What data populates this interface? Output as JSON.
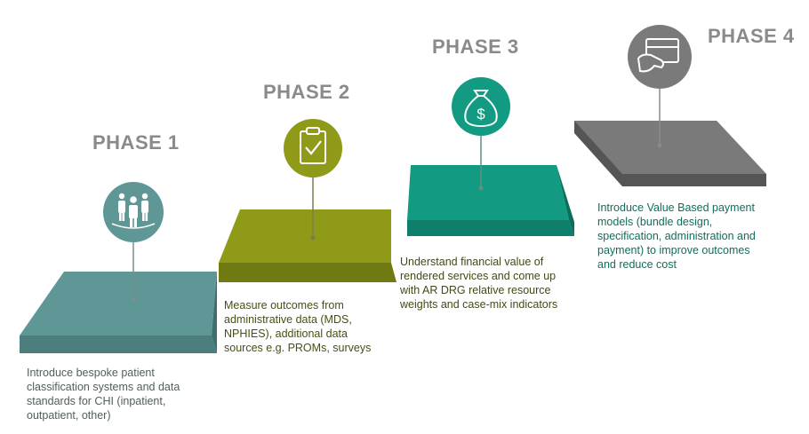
{
  "colors": {
    "phase1": "#5f9696",
    "phase2": "#8f9a18",
    "phase3": "#139a82",
    "phase4": "#7a7a7a",
    "title": "#8a8a8a"
  },
  "phases": [
    {
      "title": "PHASE 1",
      "icon": "people-icon",
      "color": "#5f9696",
      "description": "Introduce bespoke patient\nclassification systems and data\nstandards for CHI (inpatient,\noutpatient, other)"
    },
    {
      "title": "PHASE 2",
      "icon": "clipboard-check-icon",
      "color": "#8f9a18",
      "description": "Measure outcomes from\nadministrative data (MDS,\nNPHIES), additional data\nsources e.g. PROMs, surveys"
    },
    {
      "title": "PHASE 3",
      "icon": "money-bag-icon",
      "color": "#139a82",
      "description": "Understand financial value of\nrendered services and come up\nwith AR DRG relative resource\nweights and case-mix indicators"
    },
    {
      "title": "PHASE 4",
      "icon": "card-payment-icon",
      "color": "#7a7a7a",
      "description": "Introduce Value Based payment\nmodels (bundle design,\nspecification, administration and\npayment) to improve outcomes\nand reduce cost"
    }
  ]
}
